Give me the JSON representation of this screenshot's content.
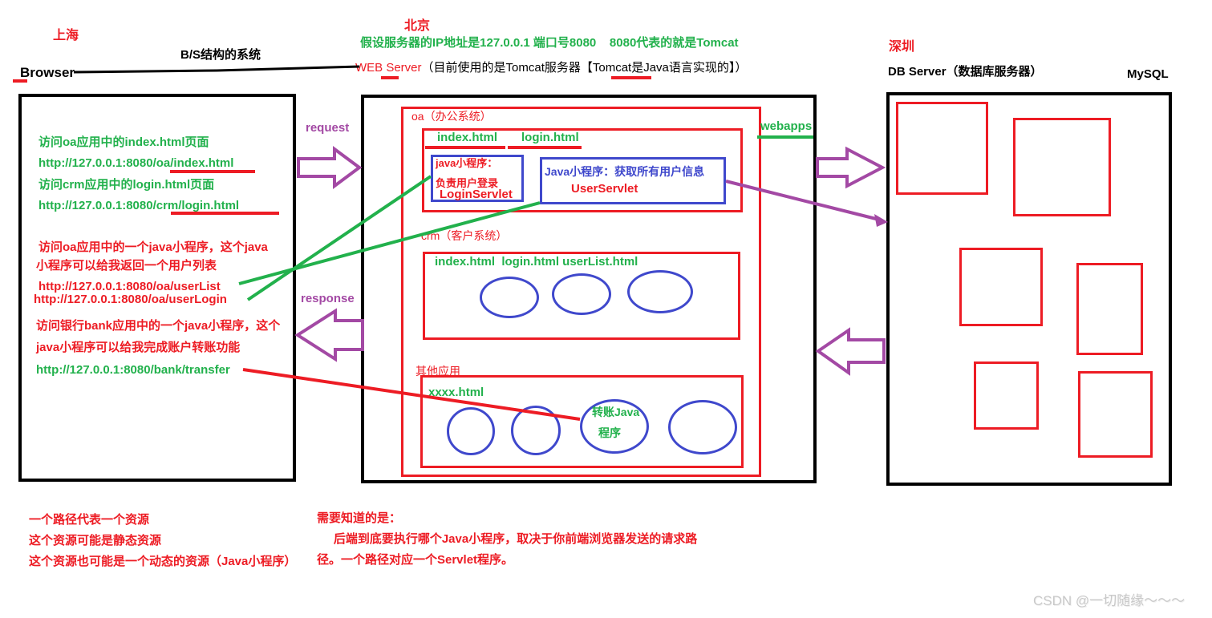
{
  "colors": {
    "red": "#ED1C24",
    "green": "#22B14C",
    "purple": "#A349A4",
    "blue": "#3F48CC",
    "black": "#000000"
  },
  "header": {
    "shanghai": "上海",
    "bs_system": "B/S结构的系统",
    "browser": "Browser",
    "beijing": "北京",
    "server_assumption": "假设服务器的IP地址是127.0.0.1 端口号8080    8080代表的就是Tomcat",
    "web_server": "WEB Server",
    "web_server_note": "（目前使用的是Tomcat服务器【Tomcat是Java语言实现的】）",
    "shenzhen": "深圳",
    "db_server": "DB Server（数据库服务器）",
    "mysql": "MySQL"
  },
  "browser_panel": {
    "note_oa_html": "访问oa应用中的index.html页面",
    "url_oa_index": "http://127.0.0.1:8080/oa/index.html",
    "note_crm_html": "访问crm应用中的login.html页面",
    "url_crm_login": "http://127.0.0.1:8080/crm/login.html",
    "note_oa_java_1": "访问oa应用中的一个java小程序，这个java",
    "note_oa_java_2": "小程序可以给我返回一个用户列表",
    "url_oa_userlist": "http://127.0.0.1:8080/oa/userList",
    "url_oa_userlogin": "http://127.0.0.1:8080/oa/userLogin",
    "note_bank_1": "访问银行bank应用中的一个java小程序，这个",
    "note_bank_2": "java小程序可以给我完成账户转账功能",
    "url_bank_transfer": "http://127.0.0.1:8080/bank/transfer"
  },
  "web_server_panel": {
    "webapps": "webapps",
    "request": "request",
    "response": "response",
    "oa": {
      "label": "oa（办公系统）",
      "file_index": "index.html",
      "file_login": "login.html",
      "login_servlet_line1": "java小程序：",
      "login_servlet_line2": "负责用户登录",
      "login_servlet_name": "LoginServlet",
      "user_servlet_desc": "Java小程序：获取所有用户信息",
      "user_servlet_name": "UserServlet"
    },
    "crm": {
      "label": "crm（客户系统）",
      "files": "index.html  login.html userList.html"
    },
    "other": {
      "label": "其他应用",
      "file": "xxxx.html",
      "transfer_line1": "转账Java",
      "transfer_line2": "程序"
    }
  },
  "notes": {
    "left_1": "一个路径代表一个资源",
    "left_2": "这个资源可能是静态资源",
    "left_3": "这个资源也可能是一个动态的资源（Java小程序）",
    "middle_title": "需要知道的是：",
    "middle_line1": "     后端到底要执行哪个Java小程序，取决于你前端浏览器发送的请求路",
    "middle_line2": "径。一个路径对应一个Servlet程序。"
  },
  "watermark": "CSDN @一切随缘～～～"
}
